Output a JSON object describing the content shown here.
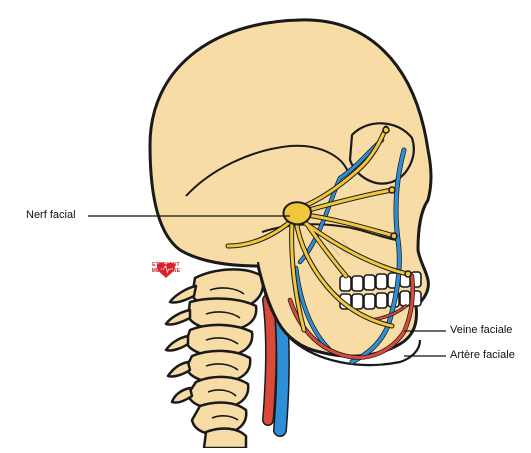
{
  "labels": {
    "facial_nerve": "Nerf facial",
    "facial_vein": "Veine faciale",
    "facial_artery": "Artère faciale"
  },
  "watermark": {
    "line1": "ETUDIANT",
    "line2": "MEDECINE"
  },
  "colors": {
    "bone": "#f8dca5",
    "outline": "#1a1a1a",
    "nerve": "#f3c73c",
    "vein": "#2f8fd6",
    "artery": "#d94a3a",
    "watermark": "#d8232a"
  }
}
